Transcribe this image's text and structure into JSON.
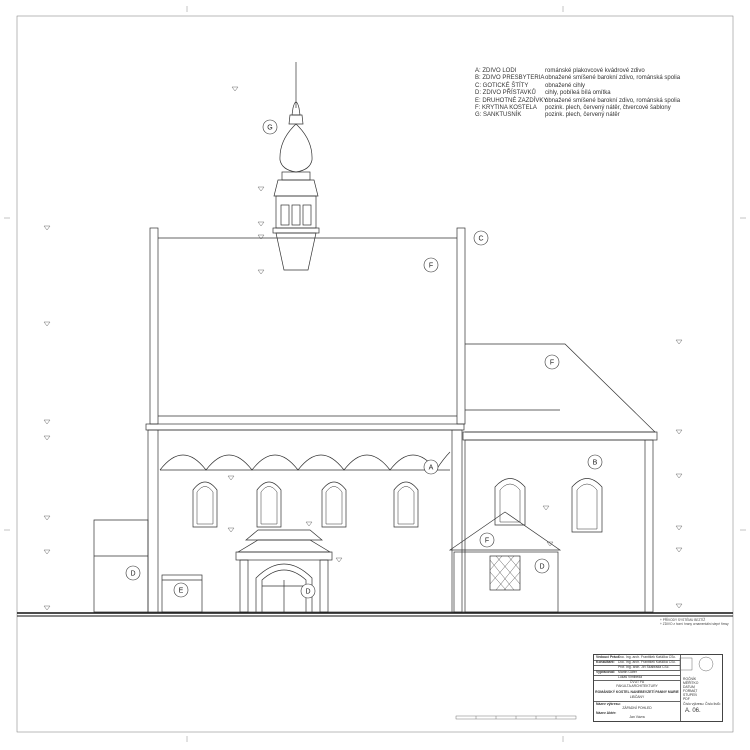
{
  "legend": [
    {
      "key": "A:  ZDIVO LODI",
      "value": "románské plakovcové kvádrové zdivo"
    },
    {
      "key": "B:  ZDIVO PRESBYTERIA",
      "value": "obnažené smíšené barokní zdivo, románská spolia"
    },
    {
      "key": "C:  GOTICKÉ ŠTÍTY",
      "value": "obnažené cihly"
    },
    {
      "key": "D:  ZDIVO PŘÍSTAVKŮ",
      "value": "cihly, pobíleá bílá omítka"
    },
    {
      "key": "E:  DRUHOTNÉ ZAZDÍVKY",
      "value": "obnažené smíšené barokní zdivo, románská spolia"
    },
    {
      "key": "F:  KRYTINA KOSTELA",
      "value": "pozink. plech, červený nátěr, čtvercové šablony"
    },
    {
      "key": "G:  SANKTUSNÍK",
      "value": "pozink. plech, červený nátěr"
    }
  ],
  "labels": {
    "a": "A",
    "b": "B",
    "c": "C",
    "d1": "D",
    "d2": "D",
    "d3": "D",
    "e": "E",
    "f1": "F",
    "f2": "F",
    "f3": "F",
    "g": "G"
  },
  "notes": [
    "+ PŘÍVODY SYSTÉMU BEZTÍŽ",
    "+ ZDIVO z horní hrany ornamentální slepé římsy"
  ],
  "title_block": {
    "rows": [
      {
        "label": "Vedoucí Práce:",
        "value": "Doc. Ing. arch. František Kašička CSc."
      },
      {
        "label": "Konzultant:",
        "value": "Doc. Ing. arch. František Kašička CSc."
      },
      {
        "label": "",
        "value": "Prof. Ing. arch. Jiří Škabrada CSc."
      },
      {
        "label": "Vypracoval:",
        "value": "Martin Gäfer"
      },
      {
        "label": "",
        "value": "Lukáš Vimlbeda"
      }
    ],
    "school": "ČVUT FA",
    "department": "FAKULTA ARCHITEKTURY",
    "project": "ROMÁNSKÝ KOSTEL NANEBEVZETÍ PANNY MARIE",
    "location": "LIBČANY",
    "drawing_label": "Název výkresu:",
    "drawing_name": "ZÁPADNÍ POHLED",
    "author_label": "Název Aktér:",
    "author": "Jan Vávra",
    "number_label": "Číslo výkresu:",
    "number": "A. 06.",
    "sheet_label": "Číslo listů:",
    "specs": [
      "ROČNÍK",
      "MĚŘÍTKO",
      "DATUM",
      "FORMÁT",
      "STUPEŇ",
      "PDF"
    ]
  }
}
